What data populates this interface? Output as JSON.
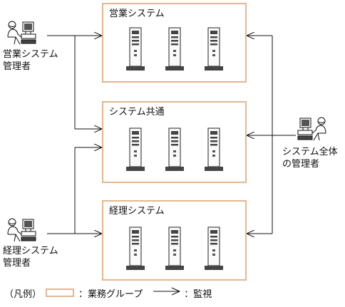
{
  "groups": {
    "sales": {
      "title": "営業システム"
    },
    "common": {
      "title": "システム共通"
    },
    "accounting": {
      "title": "経理システム"
    }
  },
  "people": {
    "sales_admin": {
      "line1": "営業システム",
      "line2": "管理者"
    },
    "accounting_admin": {
      "line1": "経理システム",
      "line2": "管理者"
    },
    "whole_admin": {
      "line1": "システム全体",
      "line2": "の管理者"
    }
  },
  "legend": {
    "prefix": "（凡例）",
    "group_label": "：業務グループ",
    "arrow_label": "：監視"
  },
  "colors": {
    "group_border": "#e4b78e",
    "line": "#111111"
  },
  "icons": {
    "server": "server-tower-icon",
    "admin": "person-at-computer-icon"
  }
}
